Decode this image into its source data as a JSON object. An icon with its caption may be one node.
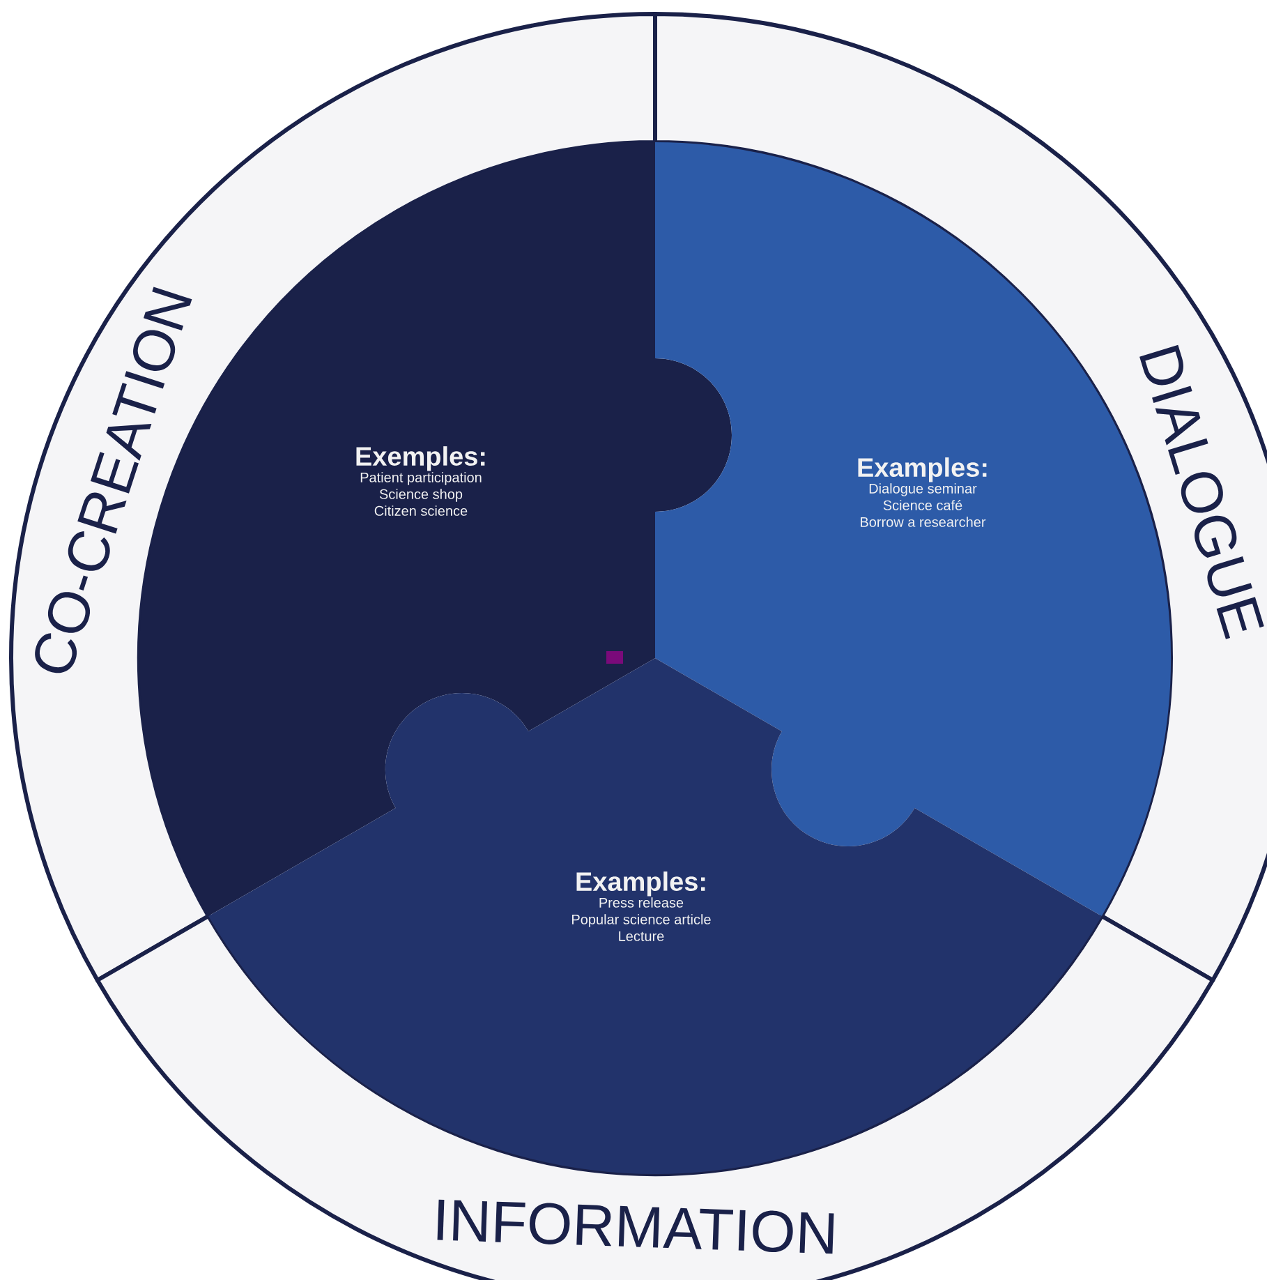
{
  "diagram": {
    "nodes": [
      {
        "text": [
          "CO-CREATION"
        ]
      },
      {
        "text": [
          "DIALOGUE"
        ]
      },
      {
        "text": [
          "INFORMATION"
        ]
      },
      {
        "text": [
          "Exemples:",
          "Patient participation",
          "Science shop",
          "Citizen science"
        ]
      },
      {
        "text": [
          "Examples:",
          "Dialogue seminar",
          "Science café",
          "Borrow a researcher"
        ]
      },
      {
        "text": [
          "Examples:",
          "Press release",
          "Popular science article",
          "Lecture"
        ]
      }
    ]
  }
}
